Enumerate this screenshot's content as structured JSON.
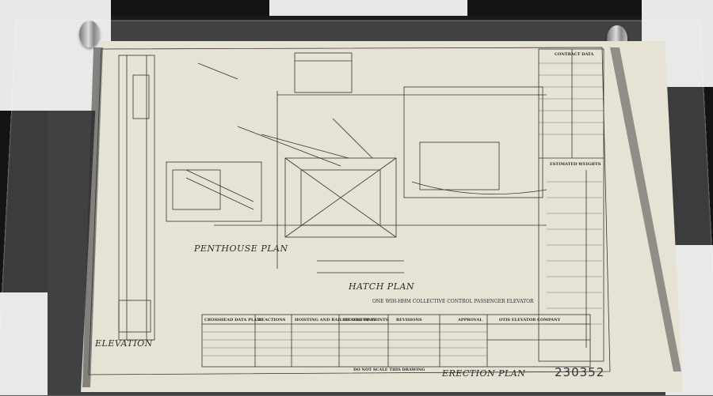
{
  "labels": {
    "penthouse_plan": "PENTHOUSE PLAN",
    "hatch_plan": "HATCH PLAN",
    "elevation": "ELEVATION",
    "erection_plan": "ERECTION PLAN",
    "car_desc": "ONE WIH-HHM COLLECTIVE CONTROL PASSENGER ELEVATOR",
    "do_not_scale": "DO NOT SCALE THIS DRAWING",
    "company": "OTIS ELEVATOR COMPANY",
    "crosshead": "CROSSHEAD DATA PLATE",
    "reactions": "REACTIONS",
    "hoisting": "HOISTING AND RAIL BRACKETING",
    "record_prints": "RECORD OF PRINTS",
    "revisions": "REVISIONS",
    "approval": "APPROVAL",
    "estimated_weights": "ESTIMATED WEIGHTS",
    "contract_data": "CONTRACT DATA",
    "drawing_number": "230352"
  }
}
